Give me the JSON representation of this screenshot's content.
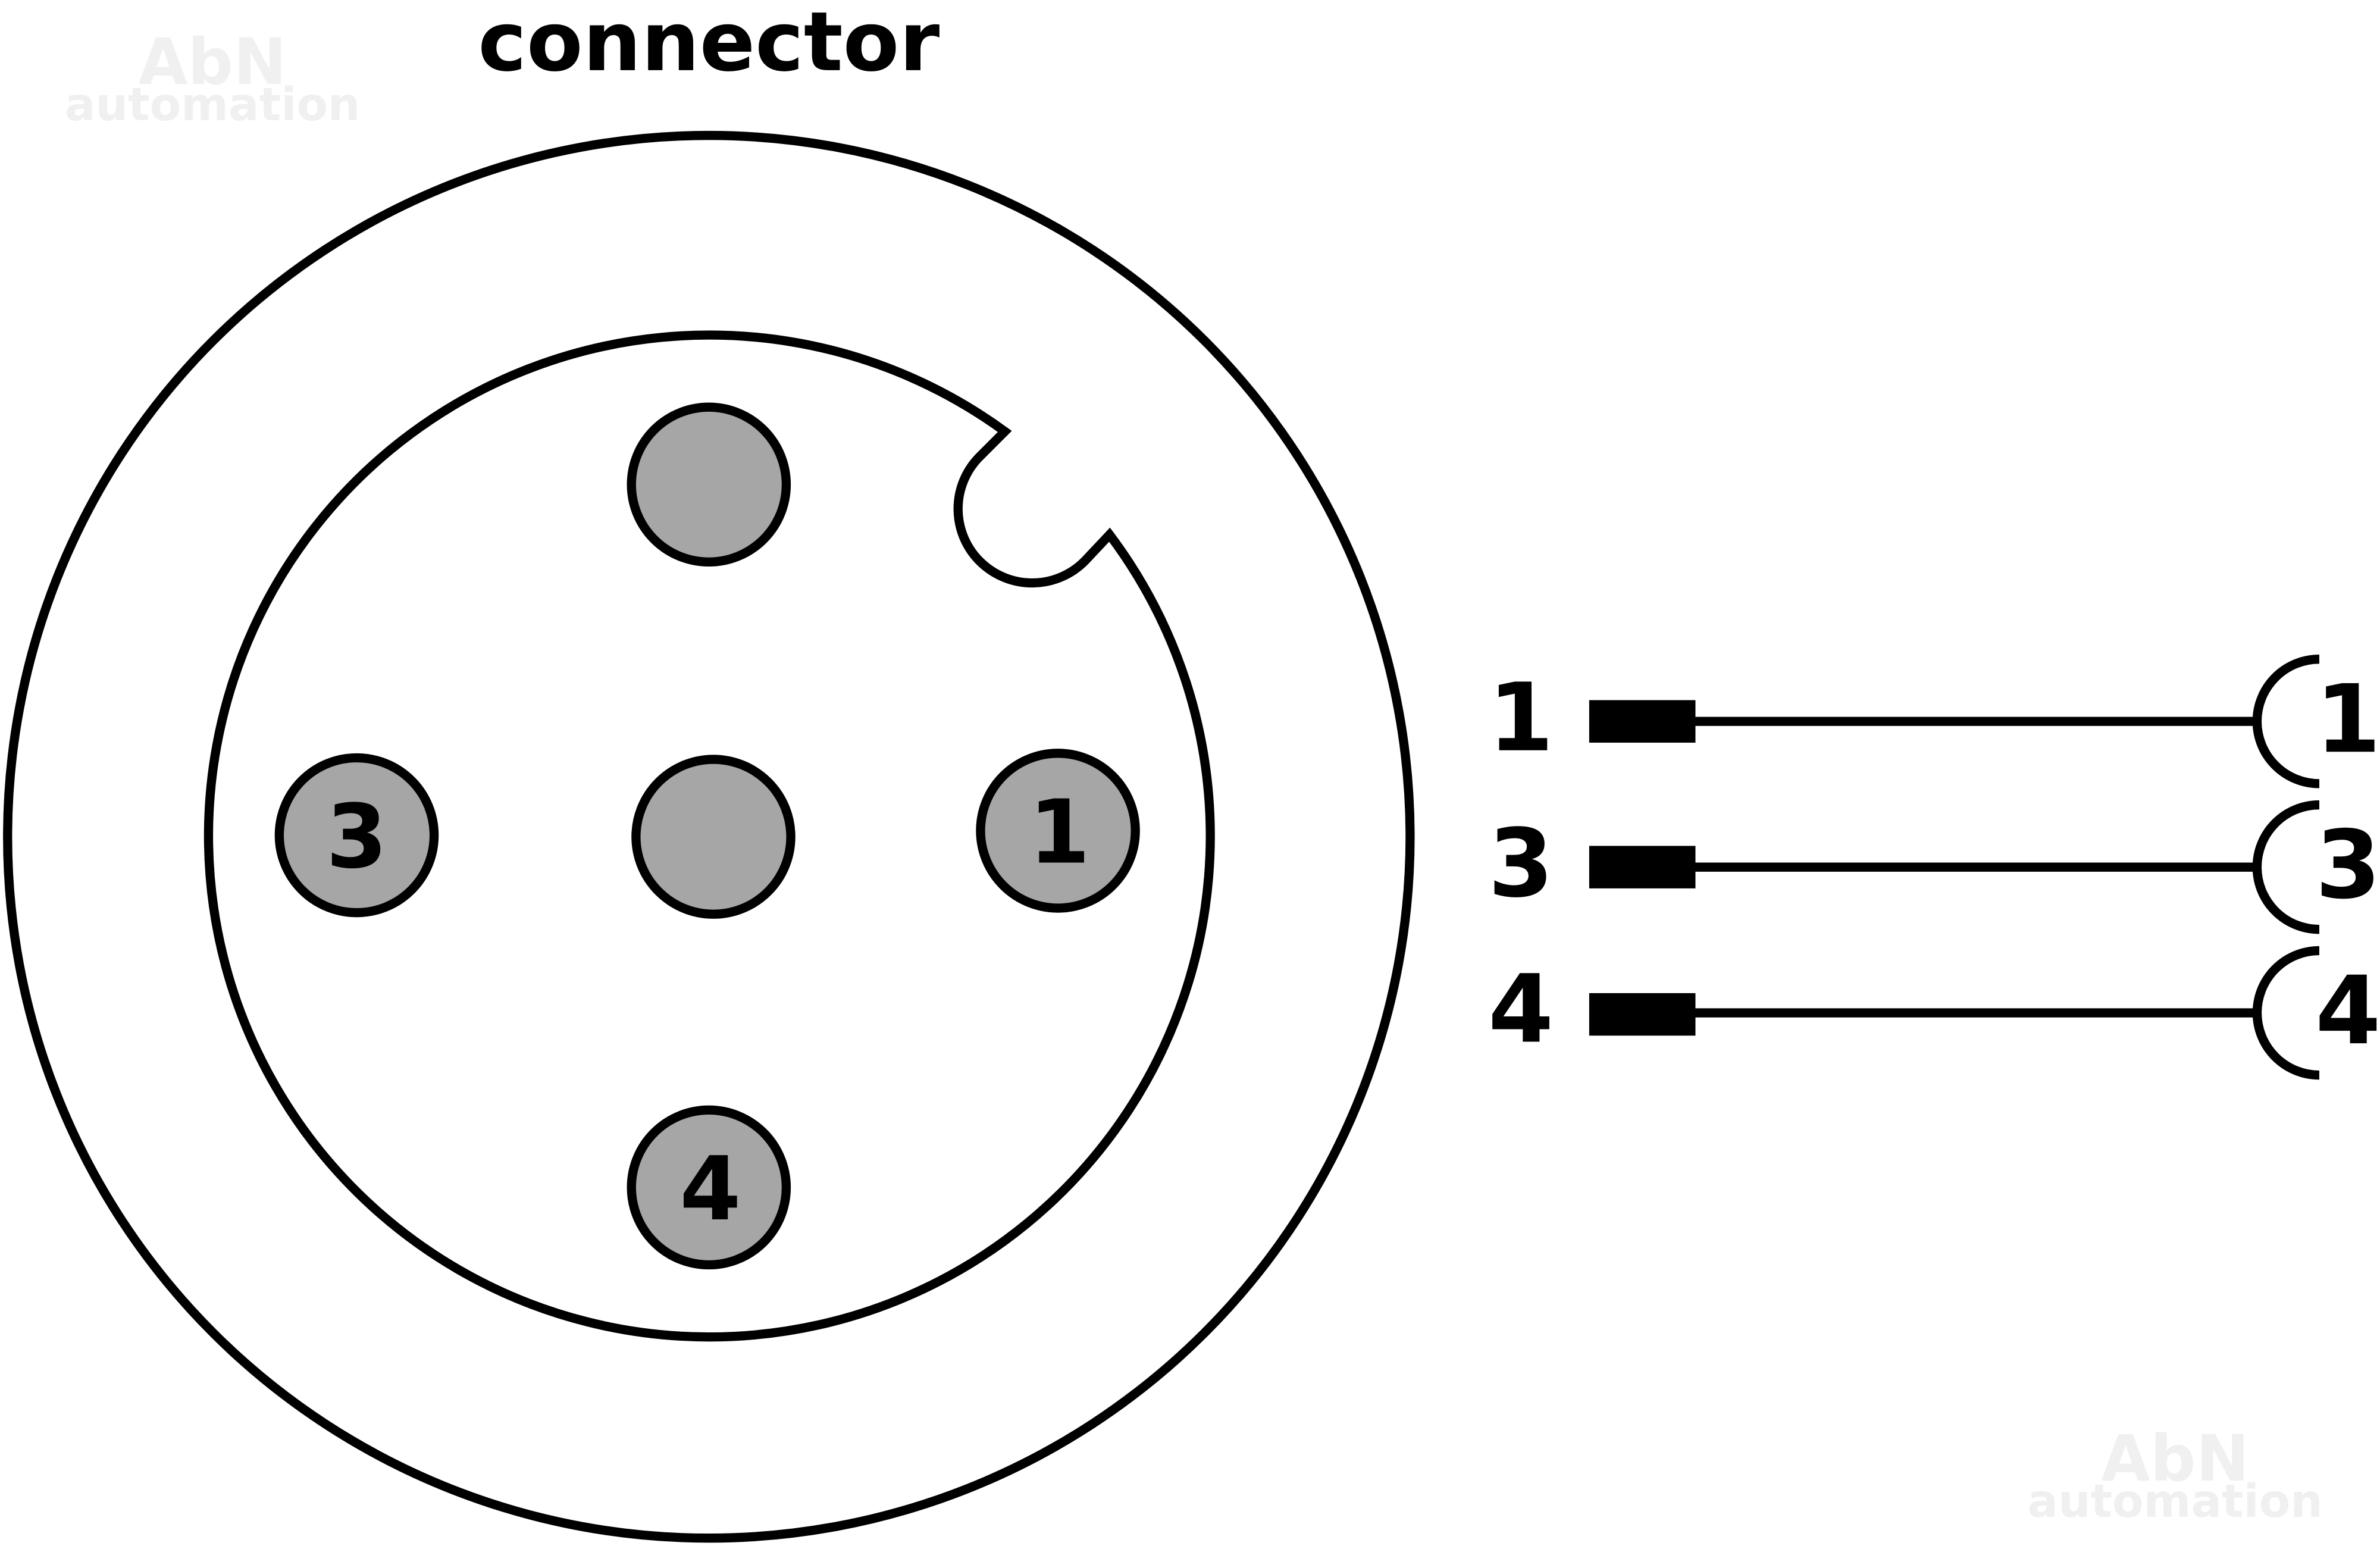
{
  "title": "connector",
  "watermark": {
    "line1": "AbN",
    "line2": "automation"
  },
  "colors": {
    "stroke": "#000000",
    "pin_fill": "#a6a6a6",
    "background": "#ffffff",
    "watermark": "#f0f0f0"
  },
  "connector": {
    "pins": [
      {
        "id": "top",
        "label": ""
      },
      {
        "id": "center",
        "label": ""
      },
      {
        "id": "left",
        "label": "3"
      },
      {
        "id": "right",
        "label": "1"
      },
      {
        "id": "bottom",
        "label": "4"
      }
    ],
    "keyway": "notch-top-right"
  },
  "wiring": [
    {
      "left_label": "1",
      "right_label": "1"
    },
    {
      "left_label": "3",
      "right_label": "3"
    },
    {
      "left_label": "4",
      "right_label": "4"
    }
  ]
}
